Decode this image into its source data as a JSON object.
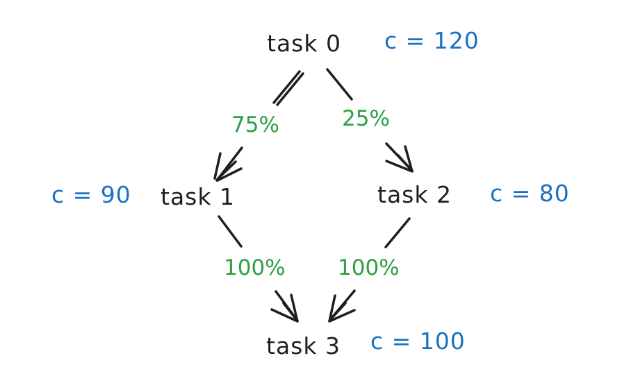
{
  "colors": {
    "task_text": "#1e1e1e",
    "cost_text": "#1971c2",
    "probability_text": "#2f9e44",
    "edge": "#1e1e1e"
  },
  "nodes": [
    {
      "id": "task-0",
      "label": "task 0",
      "cost_label": "c = 120"
    },
    {
      "id": "task-1",
      "label": "task 1",
      "cost_label": "c = 90"
    },
    {
      "id": "task-2",
      "label": "task 2",
      "cost_label": "c = 80"
    },
    {
      "id": "task-3",
      "label": "task 3",
      "cost_label": "c = 100"
    }
  ],
  "edges": [
    {
      "from": "task 0",
      "to": "task 1",
      "probability": "75%"
    },
    {
      "from": "task 0",
      "to": "task 2",
      "probability": "25%"
    },
    {
      "from": "task 1",
      "to": "task 3",
      "probability": "100%"
    },
    {
      "from": "task 2",
      "to": "task 3",
      "probability": "100%"
    }
  ]
}
